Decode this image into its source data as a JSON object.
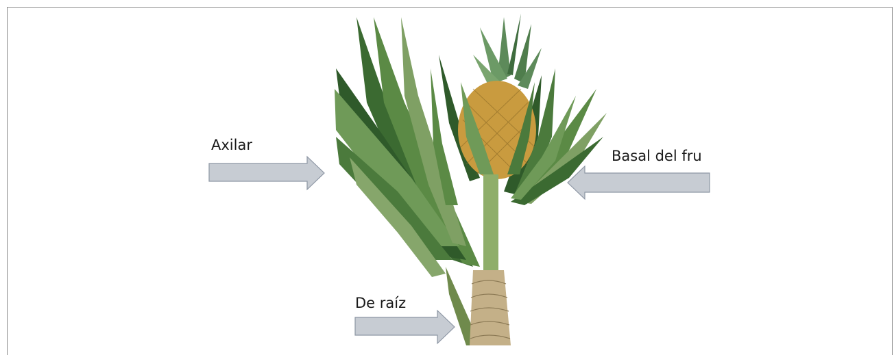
{
  "labels": {
    "axilar": "Axilar",
    "basal": "Basal del fru",
    "raiz": "De raíz"
  },
  "colors": {
    "arrow_fill": "#c7ccd3",
    "arrow_stroke": "#8d96a4",
    "leaf_dark": "#2f5a2a",
    "leaf_mid": "#4b7a3c",
    "leaf_light": "#7fa064",
    "fruit": "#c79a3c",
    "stem": "#8fae6a",
    "root": "#b9a47c"
  },
  "icons": {
    "arrow_right": "arrow-right-icon",
    "arrow_left": "arrow-left-icon"
  }
}
